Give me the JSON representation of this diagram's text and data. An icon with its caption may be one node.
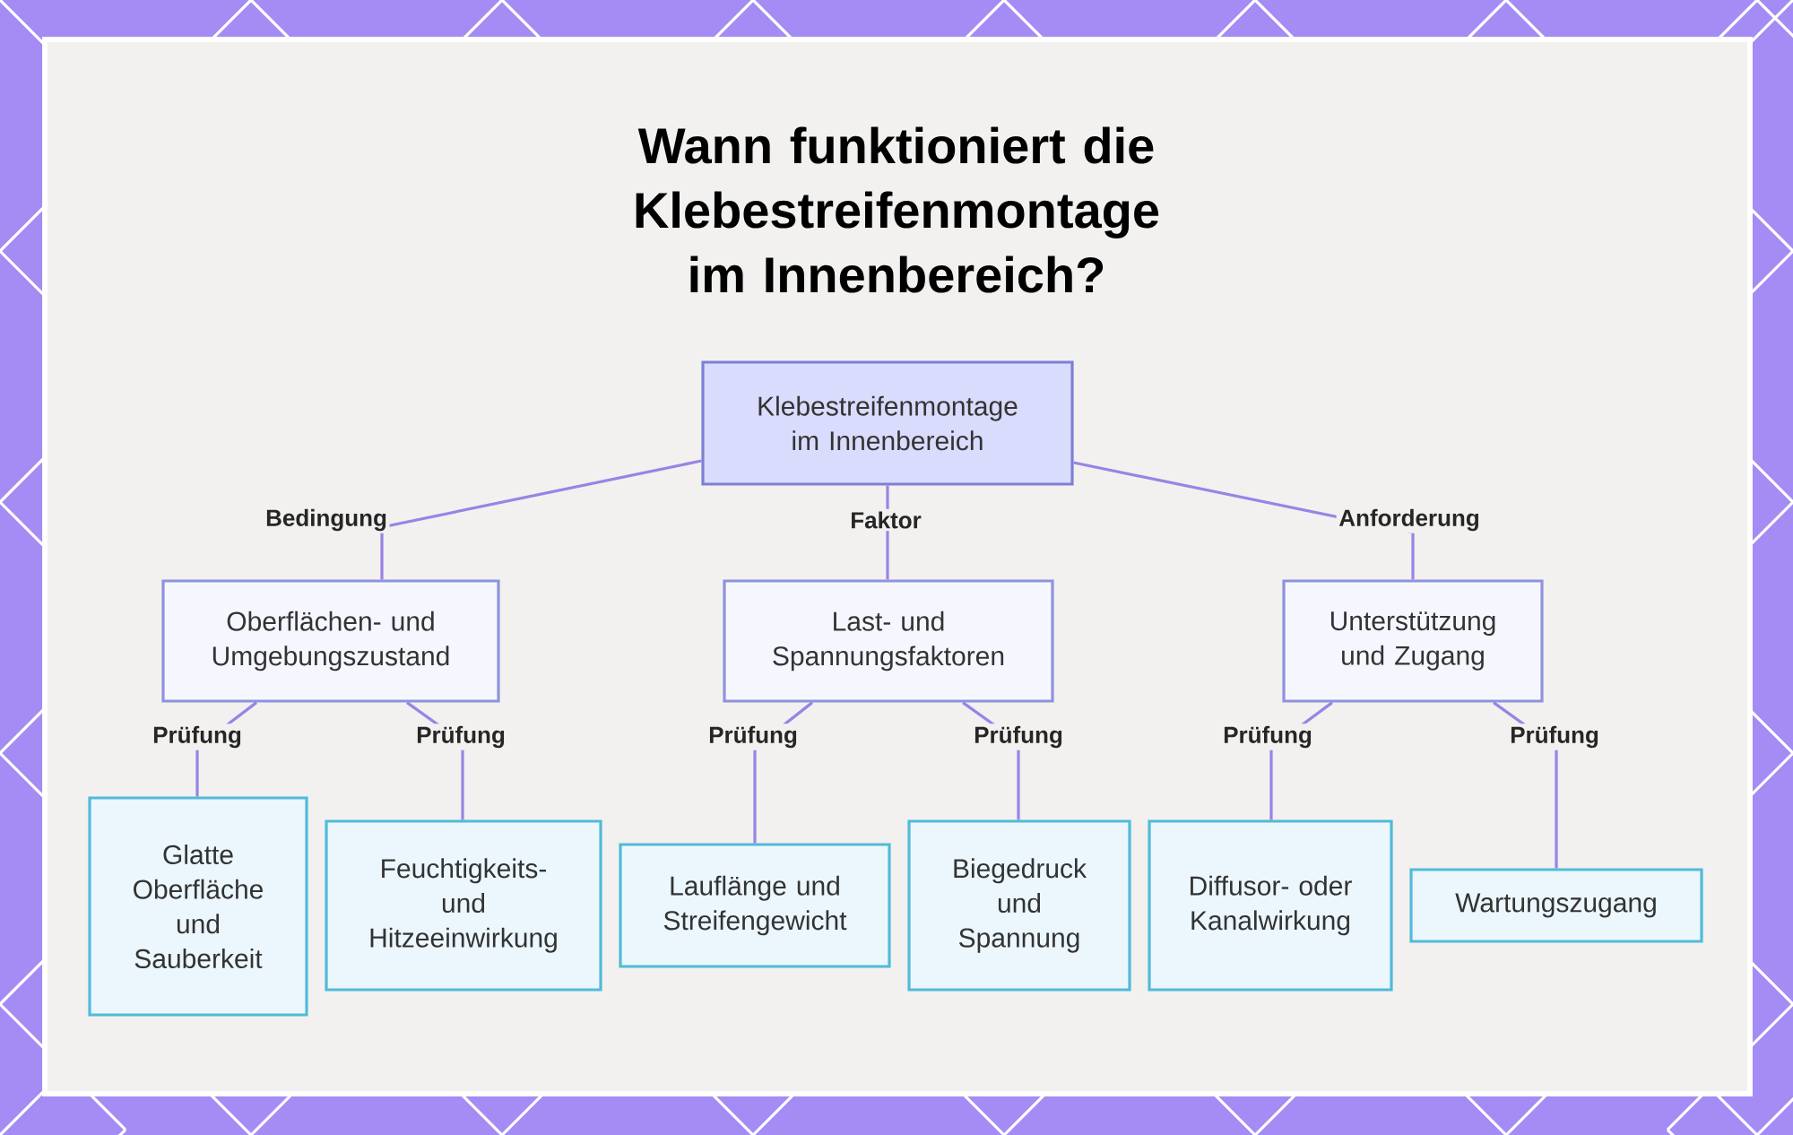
{
  "diagram": {
    "title": "Wann funktioniert die Klebestreifenmontage im Innenbereich?",
    "nodes": [
      {
        "text": [
          "Klebestreifenmontage im Innenbereich"
        ]
      },
      {
        "text": [
          "Oberflächen- und Umgebungszustand"
        ]
      },
      {
        "text": [
          "Last- und Spannungsfaktoren"
        ]
      },
      {
        "text": [
          "Unterstützung und Zugang"
        ]
      },
      {
        "text": [
          "Glatte Oberfläche und Sauberkeit"
        ]
      },
      {
        "text": [
          "Feuchtigkeits- und Hitzeeinwirkung"
        ]
      },
      {
        "text": [
          "Lauflänge und Streifengewicht"
        ]
      },
      {
        "text": [
          "Biegedruck und Spannung"
        ]
      },
      {
        "text": [
          "Diffusor- oder Kanalwirkung"
        ]
      },
      {
        "text": [
          "Wartungszugang"
        ]
      }
    ],
    "edges": [
      {
        "from": 0,
        "to": 1,
        "arrow": "none",
        "label": "Bedingung"
      },
      {
        "from": 0,
        "to": 2,
        "arrow": "none",
        "label": "Faktor"
      },
      {
        "from": 0,
        "to": 3,
        "arrow": "none",
        "label": "Anforderung"
      },
      {
        "from": 1,
        "to": 4,
        "arrow": "none",
        "label": "Prüfung"
      },
      {
        "from": 1,
        "to": 5,
        "arrow": "none",
        "label": "Prüfung"
      },
      {
        "from": 2,
        "to": 6,
        "arrow": "none",
        "label": "Prüfung"
      },
      {
        "from": 2,
        "to": 7,
        "arrow": "none",
        "label": "Prüfung"
      },
      {
        "from": 3,
        "to": 8,
        "arrow": "none",
        "label": "Prüfung"
      },
      {
        "from": 3,
        "to": 9,
        "arrow": "none",
        "label": "Prüfung"
      }
    ]
  }
}
